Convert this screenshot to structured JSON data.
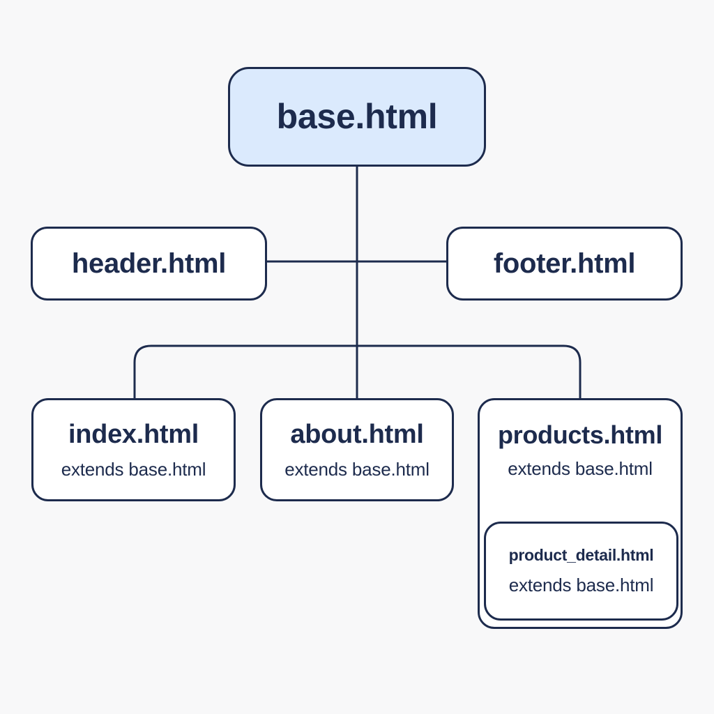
{
  "diagram": {
    "root": {
      "label": "base.html",
      "fill": "#dbeafd"
    },
    "includes": [
      {
        "label": "header.html"
      },
      {
        "label": "footer.html"
      }
    ],
    "pages": [
      {
        "label": "index.html",
        "note": "extends base.html"
      },
      {
        "label": "about.html",
        "note": "extends base.html"
      },
      {
        "label": "products.html",
        "note": "extends base.html"
      }
    ],
    "nested": {
      "label": "product_detail.html",
      "note": "extends base.html"
    },
    "colors": {
      "stroke": "#1d2b4d",
      "background": "#f8f8f9",
      "node_fill": "#ffffff"
    }
  }
}
